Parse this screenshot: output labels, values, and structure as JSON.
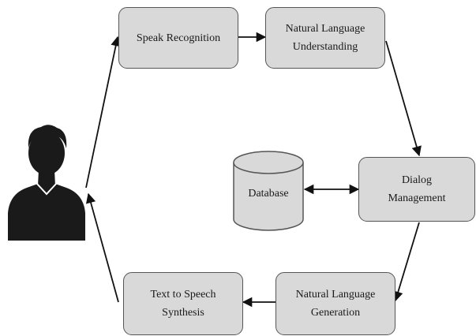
{
  "nodes": {
    "speech_recognition": "Speak Recognition",
    "nlu": "Natural Language\nUnderstanding",
    "dialog_management": "Dialog\nManagement",
    "database": "Database",
    "nlg": "Natural Language\nGeneration",
    "tts": "Text to Speech\nSynthesis"
  },
  "colors": {
    "box_fill": "#d9d9d9",
    "box_border": "#555555",
    "arrow": "#111111",
    "user_silhouette": "#1a1a1a"
  },
  "icons": {
    "user": "user-silhouette-icon"
  }
}
